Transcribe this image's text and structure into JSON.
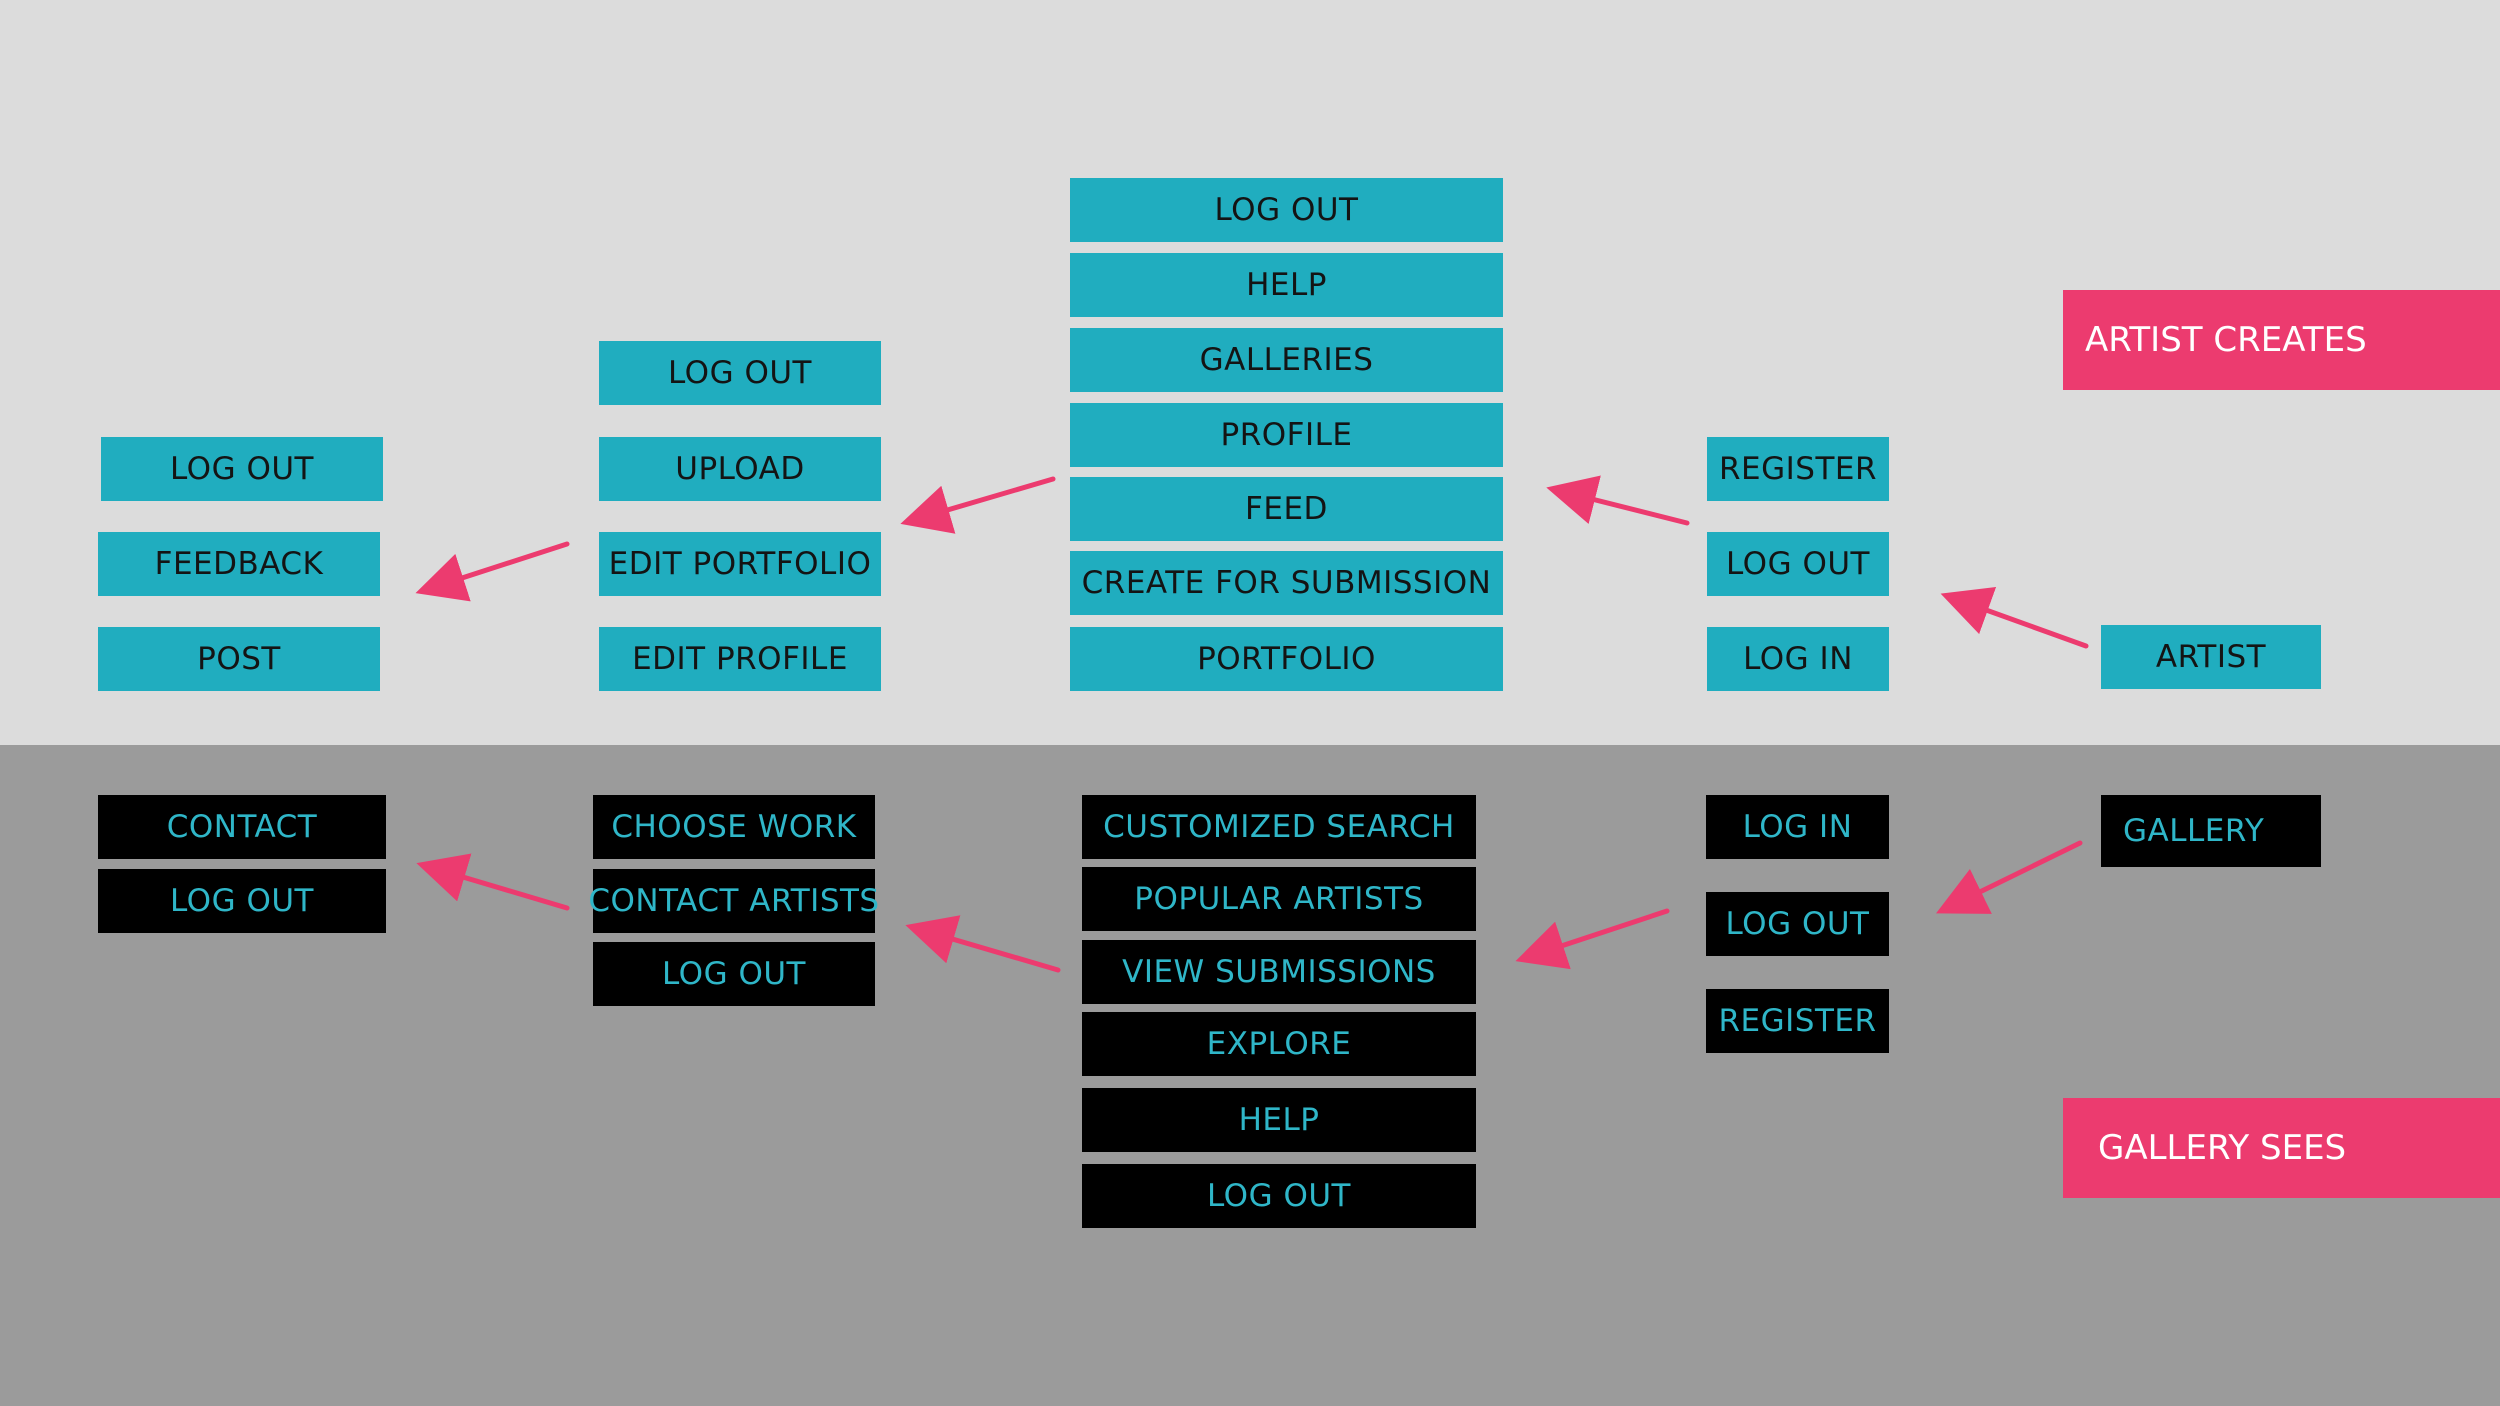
{
  "labels": {
    "artist_creates": "ARTIST CREATES",
    "gallery_sees": "GALLERY SEES"
  },
  "artist_flow": {
    "col1": [
      "LOG OUT",
      "FEEDBACK",
      "POST"
    ],
    "col2": [
      "LOG OUT",
      "UPLOAD",
      "EDIT PORTFOLIO",
      "EDIT PROFILE"
    ],
    "col3": [
      "LOG OUT",
      "HELP",
      "GALLERIES",
      "PROFILE",
      "FEED",
      "CREATE FOR SUBMISSION",
      "PORTFOLIO"
    ],
    "col4": [
      "REGISTER",
      "LOG OUT",
      "LOG IN"
    ],
    "start": "ARTIST"
  },
  "gallery_flow": {
    "col1": [
      "CONTACT",
      "LOG OUT"
    ],
    "col2": [
      "CHOOSE WORK",
      "CONTACT ARTISTS",
      "LOG OUT"
    ],
    "col3": [
      "CUSTOMIZED SEARCH",
      "POPULAR ARTISTS",
      "VIEW SUBMISSIONS",
      "EXPLORE",
      "HELP",
      "LOG OUT"
    ],
    "col4": [
      "LOG IN",
      "LOG OUT",
      "REGISTER"
    ],
    "start": "GALLERY"
  },
  "colors": {
    "top_band": "#dcdcdc",
    "bottom_band": "#9b9b9b",
    "artist_box": "#20adbf",
    "gallery_box": "#000000",
    "gallery_text": "#2fb6c8",
    "arrow": "#ec3b6f",
    "tag": "#ec3b6f"
  }
}
